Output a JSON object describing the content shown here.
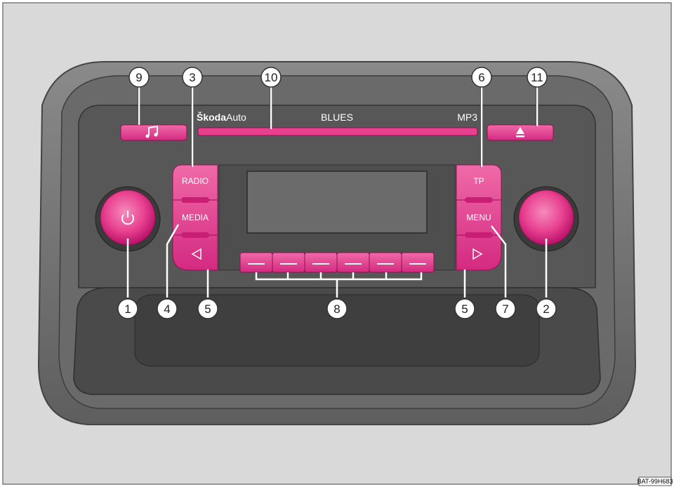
{
  "radio": {
    "brand_bold": "Škoda",
    "brand_light": "Auto",
    "model": "BLUES",
    "format": "MP3",
    "buttons": {
      "radio": "RADIO",
      "media": "MEDIA",
      "tp": "TP",
      "menu": "MENU"
    },
    "icons": {
      "power": "power-icon",
      "sound": "music-note-icon",
      "eject": "eject-icon",
      "seek_back": "triangle-left-icon",
      "seek_forward": "triangle-right-icon"
    }
  },
  "callouts": {
    "c1": "1",
    "c2": "2",
    "c3": "3",
    "c4": "4",
    "c5a": "5",
    "c5b": "5",
    "c6": "6",
    "c7": "7",
    "c8": "8",
    "c9": "9",
    "c10": "10",
    "c11": "11"
  },
  "image_ref": "BAT-99H683",
  "colors": {
    "accent": "#e8408f",
    "accent_dark": "#c81e74",
    "bezel": "#6f6f6f",
    "panel": "#555555"
  }
}
